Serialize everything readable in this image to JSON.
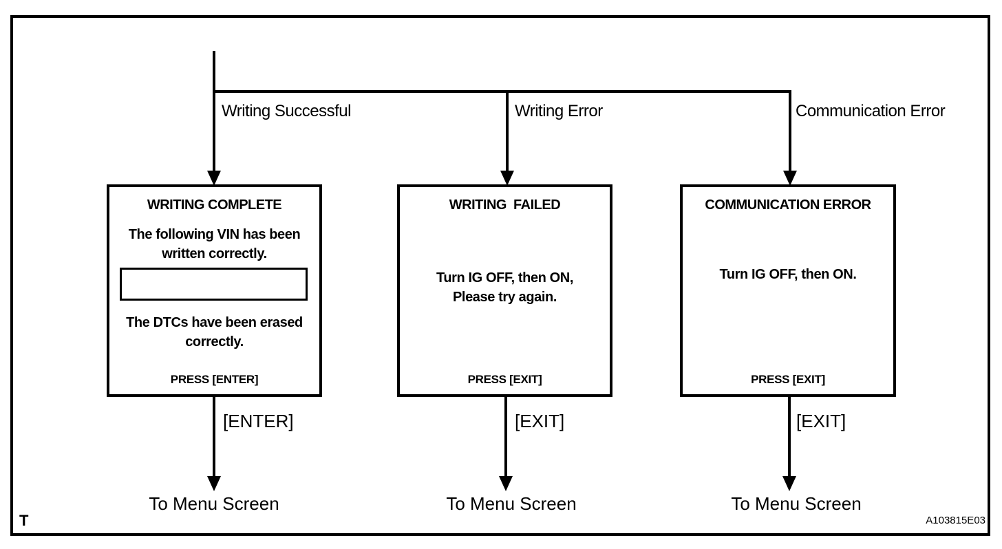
{
  "diagram": {
    "corner_label": "T",
    "figure_code": "A103815E03"
  },
  "colors": {
    "ink": "#000000",
    "paper": "#ffffff"
  },
  "branches": [
    {
      "condition": "Writing Successful",
      "key": "[ENTER]",
      "destination": "To Menu Screen",
      "screen": {
        "title": "WRITING COMPLETE",
        "message1": "The following VIN has been\nwritten correctly.",
        "message2": "The DTCs have been erased\ncorrectly.",
        "footer": "PRESS [ENTER]"
      }
    },
    {
      "condition": "Writing Error",
      "key": "[EXIT]",
      "destination": "To Menu Screen",
      "screen": {
        "title": "WRITING  FAILED",
        "message1": "Turn IG OFF, then ON,\nPlease try again.",
        "footer": "PRESS [EXIT]"
      }
    },
    {
      "condition": "Communication Error",
      "key": "[EXIT]",
      "destination": "To Menu Screen",
      "screen": {
        "title": "COMMUNICATION ERROR",
        "message1": "Turn IG OFF, then ON.",
        "footer": "PRESS [EXIT]"
      }
    }
  ]
}
